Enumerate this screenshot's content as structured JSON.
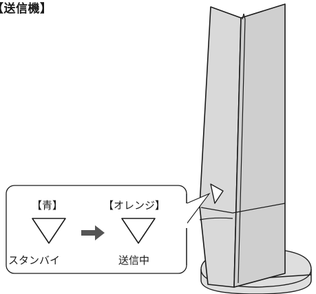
{
  "title": "【送信機】",
  "callout": {
    "left": {
      "color_label": "【青】",
      "state_label": "スタンバイ",
      "icon": "down-triangle-icon"
    },
    "arrow": "right-arrow-icon",
    "right": {
      "color_label": "【オレンジ】",
      "state_label": "送信中",
      "icon": "down-triangle-icon"
    }
  },
  "colors": {
    "device_fill": "#dcdcdc",
    "device_side": "#c8c8c8",
    "stroke": "#1a1a1a",
    "arrow": "#555555"
  }
}
